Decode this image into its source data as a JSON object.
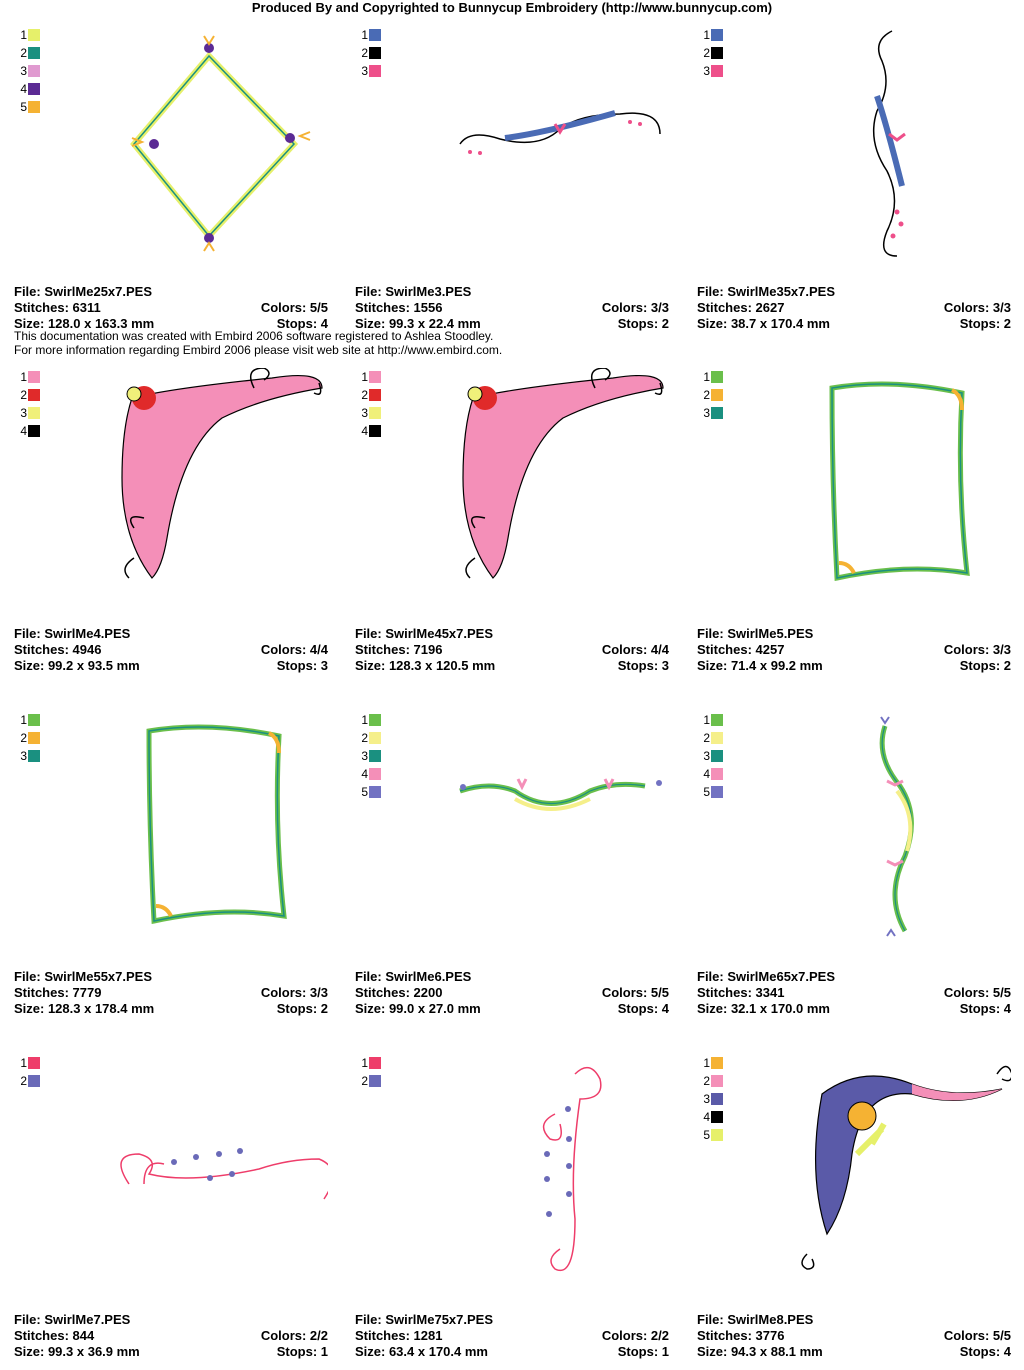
{
  "header": "Produced By and Copyrighted to Bunnycup Embroidery (http://www.bunnycup.com)",
  "note": {
    "line1": "This documentation was created with Embird 2006 software registered to Ashlea Stoodley.",
    "line2": "For more information regarding Embird 2006 please visit web site at http://www.embird.com."
  },
  "labels": {
    "file": "File:",
    "stitches": "Stitches:",
    "size": "Size:",
    "colors": "Colors:",
    "stops": "Stops:"
  },
  "designs": [
    {
      "file": "SwirlMe25x7.PES",
      "stitches": "6311",
      "size": "128.0 x 163.3 mm",
      "colors": "5/5",
      "stops": "4",
      "swatches": [
        {
          "n": "1",
          "color": "#e6f06a"
        },
        {
          "n": "2",
          "color": "#1a9080"
        },
        {
          "n": "3",
          "color": "#e09ad0"
        },
        {
          "n": "4",
          "color": "#5b2a94"
        },
        {
          "n": "5",
          "color": "#f5b233"
        }
      ]
    },
    {
      "file": "SwirlMe3.PES",
      "stitches": "1556",
      "size": "99.3 x 22.4 mm",
      "colors": "3/3",
      "stops": "2",
      "swatches": [
        {
          "n": "1",
          "color": "#4a6bb5"
        },
        {
          "n": "2",
          "color": "#000000"
        },
        {
          "n": "3",
          "color": "#ee4f8a"
        }
      ]
    },
    {
      "file": "SwirlMe35x7.PES",
      "stitches": "2627",
      "size": "38.7 x 170.4 mm",
      "colors": "3/3",
      "stops": "2",
      "swatches": [
        {
          "n": "1",
          "color": "#4a6bb5"
        },
        {
          "n": "2",
          "color": "#000000"
        },
        {
          "n": "3",
          "color": "#ee4f8a"
        }
      ]
    },
    {
      "file": "SwirlMe4.PES",
      "stitches": "4946",
      "size": "99.2 x 93.5 mm",
      "colors": "4/4",
      "stops": "3",
      "swatches": [
        {
          "n": "1",
          "color": "#f48fb8"
        },
        {
          "n": "2",
          "color": "#e02a2a"
        },
        {
          "n": "3",
          "color": "#f0f07a"
        },
        {
          "n": "4",
          "color": "#000000"
        }
      ]
    },
    {
      "file": "SwirlMe45x7.PES",
      "stitches": "7196",
      "size": "128.3 x 120.5 mm",
      "colors": "4/4",
      "stops": "3",
      "swatches": [
        {
          "n": "1",
          "color": "#f48fb8"
        },
        {
          "n": "2",
          "color": "#e02a2a"
        },
        {
          "n": "3",
          "color": "#f0f07a"
        },
        {
          "n": "4",
          "color": "#000000"
        }
      ]
    },
    {
      "file": "SwirlMe5.PES",
      "stitches": "4257",
      "size": "71.4 x 99.2 mm",
      "colors": "3/3",
      "stops": "2",
      "swatches": [
        {
          "n": "1",
          "color": "#6abf4b"
        },
        {
          "n": "2",
          "color": "#f5b233"
        },
        {
          "n": "3",
          "color": "#1a9080"
        }
      ]
    },
    {
      "file": "SwirlMe55x7.PES",
      "stitches": "7779",
      "size": "128.3 x 178.4 mm",
      "colors": "3/3",
      "stops": "2",
      "swatches": [
        {
          "n": "1",
          "color": "#6abf4b"
        },
        {
          "n": "2",
          "color": "#f5b233"
        },
        {
          "n": "3",
          "color": "#1a9080"
        }
      ]
    },
    {
      "file": "SwirlMe6.PES",
      "stitches": "2200",
      "size": "99.0 x 27.0 mm",
      "colors": "5/5",
      "stops": "4",
      "swatches": [
        {
          "n": "1",
          "color": "#6abf4b"
        },
        {
          "n": "2",
          "color": "#f5ef8a"
        },
        {
          "n": "3",
          "color": "#1a9080"
        },
        {
          "n": "4",
          "color": "#f48fb8"
        },
        {
          "n": "5",
          "color": "#7272c2"
        }
      ]
    },
    {
      "file": "SwirlMe65x7.PES",
      "stitches": "3341",
      "size": "32.1 x 170.0 mm",
      "colors": "5/5",
      "stops": "4",
      "swatches": [
        {
          "n": "1",
          "color": "#6abf4b"
        },
        {
          "n": "2",
          "color": "#f5ef8a"
        },
        {
          "n": "3",
          "color": "#1a9080"
        },
        {
          "n": "4",
          "color": "#f48fb8"
        },
        {
          "n": "5",
          "color": "#7272c2"
        }
      ]
    },
    {
      "file": "SwirlMe7.PES",
      "stitches": "844",
      "size": "99.3 x 36.9 mm",
      "colors": "2/2",
      "stops": "1",
      "swatches": [
        {
          "n": "1",
          "color": "#ee3d6a"
        },
        {
          "n": "2",
          "color": "#6a6ab8"
        }
      ]
    },
    {
      "file": "SwirlMe75x7.PES",
      "stitches": "1281",
      "size": "63.4 x 170.4 mm",
      "colors": "2/2",
      "stops": "1",
      "swatches": [
        {
          "n": "1",
          "color": "#ee3d6a"
        },
        {
          "n": "2",
          "color": "#6a6ab8"
        }
      ]
    },
    {
      "file": "SwirlMe8.PES",
      "stitches": "3776",
      "size": "94.3 x 88.1 mm",
      "colors": "5/5",
      "stops": "4",
      "swatches": [
        {
          "n": "1",
          "color": "#f5b233"
        },
        {
          "n": "2",
          "color": "#f48fb8"
        },
        {
          "n": "3",
          "color": "#5a5aa8"
        },
        {
          "n": "4",
          "color": "#000000"
        },
        {
          "n": "5",
          "color": "#e6f06a"
        }
      ]
    }
  ]
}
